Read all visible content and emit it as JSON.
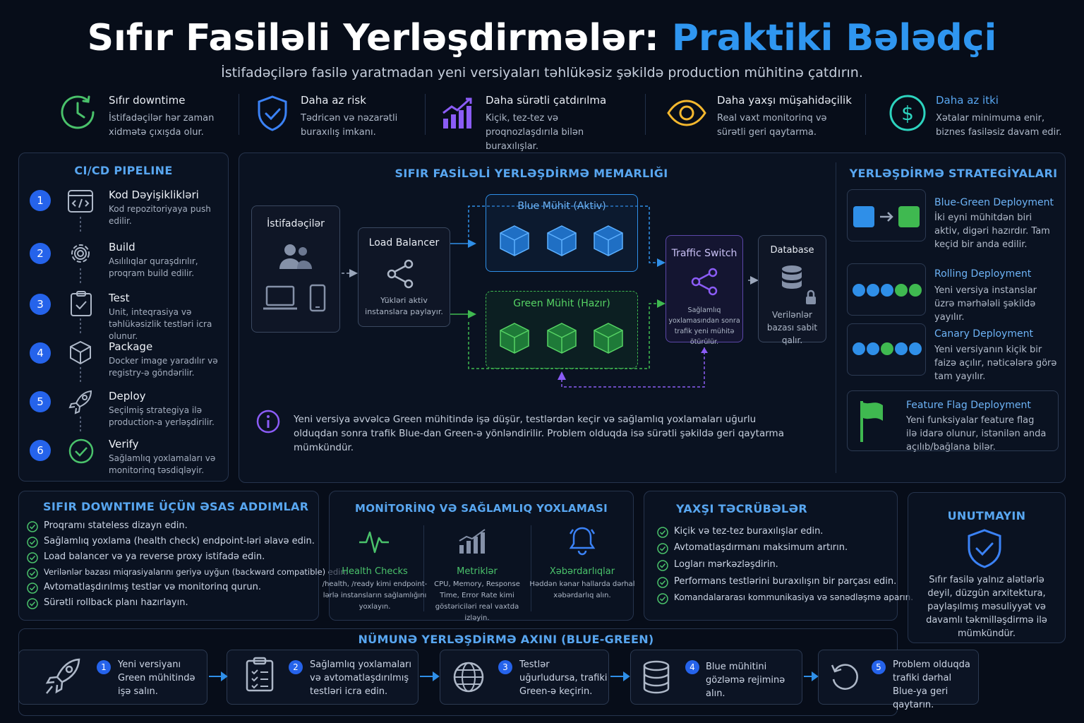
{
  "header": {
    "title_main": "Sıfır Fasiləli Yerləşdirmələr: ",
    "title_highlight": "Praktiki Bələdçi",
    "subtitle": "İstifadəçilərə fasilə yaratmadan yeni versiyaları təhlükəsiz şəkildə production mühitinə çatdırın."
  },
  "benefits": [
    {
      "title": "Sıfır downtime",
      "desc": "İstifadəçilər hər zaman xidmətə çıxışda olur.",
      "icon": "clock-icon",
      "color": "#4ac26b"
    },
    {
      "title": "Daha az risk",
      "desc": "Tədricən və nəzarətli buraxılış imkanı.",
      "icon": "shield-icon",
      "color": "#3b82f6"
    },
    {
      "title": "Daha sürətli çatdırılma",
      "desc": "Kiçik, tez-tez və proqnozlaşdırıla bilən buraxılışlar.",
      "icon": "growth-chart-icon",
      "color": "#8b5cf6"
    },
    {
      "title": "Daha yaxşı müşahidəçilik",
      "desc": "Real vaxt monitorinq və sürətli geri qaytarma.",
      "icon": "eye-icon",
      "color": "#f5b82e"
    },
    {
      "title": "Daha az itki",
      "desc": "Xətalar minimuma enir, biznes fasiləsiz davam edir.",
      "icon": "dollar-icon",
      "color": "#2dd4bf"
    }
  ],
  "pipeline": {
    "title": "CI/CD PIPELINE",
    "steps": [
      {
        "num": "1",
        "title": "Kod Dəyişiklikləri",
        "desc": "Kod repozitoriyaya push edilir."
      },
      {
        "num": "2",
        "title": "Build",
        "desc": "Asılılıqlar quraşdırılır, proqram build edilir."
      },
      {
        "num": "3",
        "title": "Test",
        "desc": "Unit, inteqrasiya və təhlükəsizlik testləri icra olunur."
      },
      {
        "num": "4",
        "title": "Package",
        "desc": "Docker image yaradılır və registry-ə göndərilir."
      },
      {
        "num": "5",
        "title": "Deploy",
        "desc": "Seçilmiş strategiya ilə production-a yerləşdirilir."
      },
      {
        "num": "6",
        "title": "Verify",
        "desc": "Sağlamlıq yoxlamaları və monitorinq təsdiqləyir."
      }
    ]
  },
  "architecture": {
    "title": "SIFIR FASİLƏLİ YERLƏŞDİRMƏ MEMARLIĞI",
    "users": "İstifadəçilər",
    "lb_title": "Load Balancer",
    "lb_desc": "Yükləri aktiv instanslara paylayır.",
    "blue_label": "Blue Mühit (Aktiv)",
    "green_label": "Green Mühit (Hazır)",
    "switch_title": "Traffic Switch",
    "switch_desc": "Sağlamlıq yoxlamasından sonra trafik yeni mühitə ötürülür.",
    "db_title": "Database",
    "db_desc": "Verilənlər bazası sabit qalır.",
    "note": "Yeni versiya əvvəlcə Green mühitində işə düşür, testlərdən keçir və sağlamlıq yoxlamaları uğurlu olduqdan sonra trafik Blue-dan Green-ə yönləndirilir. Problem olduqda isə sürətli şəkildə geri qaytarma mümkündür.",
    "blue_color": "#2f8fe8",
    "green_color": "#3fb950"
  },
  "strategies": {
    "title": "YERLƏŞDİRMƏ STRATEGİYALARI",
    "items": [
      {
        "title": "Blue-Green Deployment",
        "desc": "İki eyni mühitdən biri aktiv, digəri hazırdır. Tam keçid bir anda edilir."
      },
      {
        "title": "Rolling Deployment",
        "desc": "Yeni versiya instanslar üzrə mərhələli şəkildə yayılır."
      },
      {
        "title": "Canary Deployment",
        "desc": "Yeni versiyanın kiçik bir faizə açılır, nəticələrə görə tam yayılır."
      },
      {
        "title": "Feature Flag Deployment",
        "desc": "Yeni funksiyalar feature flag ilə idarə olunur, istənilən anda açılıb/bağlana bilər."
      }
    ]
  },
  "key_steps": {
    "title": "SIFIR DOWNTIME ÜÇÜN ƏSAS ADDIMLAR",
    "items": [
      "Proqramı stateless dizayn edin.",
      "Sağlamlıq yoxlama (health check) endpoint-ləri əlavə edin.",
      "Load balancer və ya reverse proxy istifadə edin.",
      "Verilənlər bazası miqrasiyalarını geriyə uyğun (backward compatible) edin.",
      "Avtomatlaşdırılmış testlər və monitorinq qurun.",
      "Sürətli rollback planı hazırlayın."
    ]
  },
  "monitoring": {
    "title": "MONİTORİNQ VƏ SAĞLAMLIQ YOXLAMASI",
    "items": [
      {
        "title": "Health Checks",
        "desc": "/health, /ready kimi endpoint-lərlə instansların sağlamlığını yoxlayın.",
        "icon": "heartbeat-icon"
      },
      {
        "title": "Metriklər",
        "desc": "CPU, Memory, Response Time, Error Rate kimi göstəriciləri real vaxtda izləyin.",
        "icon": "bar-chart-icon"
      },
      {
        "title": "Xəbərdarlıqlar",
        "desc": "Həddən kənar hallarda dərhal xəbərdarlıq alın.",
        "icon": "bell-icon"
      }
    ]
  },
  "best_practices": {
    "title": "YAXŞI TƏCRÜBƏLƏR",
    "items": [
      "Kiçik və tez-tez buraxılışlar edin.",
      "Avtomatlaşdırmanı maksimum artırın.",
      "Logları mərkəzləşdirin.",
      "Performans testlərini buraxılışın bir parçası edin.",
      "Komandalararası kommunikasiya və sənədləşmə aparın."
    ]
  },
  "reminder": {
    "title": "UNUTMAYIN",
    "text": "Sıfır fasilə yalnız alətlərlə deyil, düzgün arxitektura, paylaşılmış məsuliyyət və davamlı təkmilləşdirmə ilə mümkündür."
  },
  "flow": {
    "title": "NÜMUNƏ YERLƏŞDİRMƏ AXINI (BLUE-GREEN)",
    "steps": [
      {
        "num": "1",
        "text": "Yeni versiyanı Green mühitində işə salın."
      },
      {
        "num": "2",
        "text": "Sağlamlıq yoxlamaları və avtomatlaşdırılmış testləri icra edin."
      },
      {
        "num": "3",
        "text": "Testlər uğurludursa, trafiki Green-ə keçirin."
      },
      {
        "num": "4",
        "text": "Blue mühitini gözləmə rejiminə alın."
      },
      {
        "num": "5",
        "text": "Problem olduqda trafiki dərhal Blue-ya geri qaytarın."
      }
    ]
  }
}
